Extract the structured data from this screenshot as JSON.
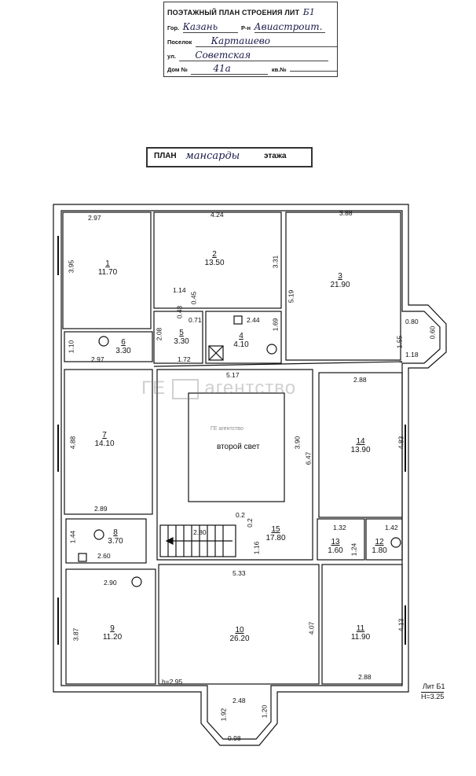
{
  "stamp": {
    "title": "ПОЭТАЖНЫЙ ПЛАН СТРОЕНИЯ ЛИТ",
    "lit_value": "Б1",
    "city_label": "Гор.",
    "city_value": "Казань",
    "district_label": "Р-н",
    "district_value": "Авиастроит.",
    "settlement_label": "Поселок",
    "settlement_value": "Карташево",
    "street_label": "ул.",
    "street_value": "Советская",
    "house_label": "Дом №",
    "house_value": "41а",
    "flat_label": "кв.№"
  },
  "floor_label": {
    "prefix": "ПЛАН",
    "value": "мансарды",
    "suffix": "этажа"
  },
  "rooms": [
    {
      "num": "1",
      "area": "11.70"
    },
    {
      "num": "2",
      "area": "13.50"
    },
    {
      "num": "3",
      "area": "21.90"
    },
    {
      "num": "4",
      "area": "4.10"
    },
    {
      "num": "5",
      "area": "3.30"
    },
    {
      "num": "6",
      "area": "3.30"
    },
    {
      "num": "7",
      "area": "14.10"
    },
    {
      "num": "8",
      "area": "3.70"
    },
    {
      "num": "9",
      "area": "11.20"
    },
    {
      "num": "10",
      "area": "26.20"
    },
    {
      "num": "11",
      "area": "11.90"
    },
    {
      "num": "12",
      "area": "1.80"
    },
    {
      "num": "13",
      "area": "1.60"
    },
    {
      "num": "14",
      "area": "13.90"
    },
    {
      "num": "15",
      "area": "17.80"
    }
  ],
  "void_label": "второй свет",
  "watermark": "агентство",
  "watermark_prefix": "ГЕ",
  "dimensions": {
    "d_2_97_top": "2.97",
    "d_4_24": "4.24",
    "d_3_88": "3.88",
    "d_3_95": "3.95",
    "d_3_31": "3.31",
    "d_5_19": "5.19",
    "d_1_14": "1.14",
    "d_0_45": "0.45",
    "d_0_43": "0.43",
    "d_0_71": "0.71",
    "d_2_44": "2.44",
    "d_1_69": "1.69",
    "d_2_08": "2.08",
    "d_1_10": "1.10",
    "d_2_97_bot": "2.97",
    "d_1_72": "1.72",
    "d_5_17": "5.17",
    "d_0_80": "0.80",
    "d_0_60": "0.60",
    "d_1_55": "1.55",
    "d_1_18": "1.18",
    "d_2_88_top": "2.88",
    "d_4_88": "4.88",
    "d_3_90": "3.90",
    "d_6_47": "6.47",
    "d_4_83": "4.83",
    "d_2_89": "2.89",
    "d_1_44": "1.44",
    "d_2_60": "2.60",
    "d_0_2a": "0.2",
    "d_0_2b": "0.2",
    "d_2_80": "2.80",
    "d_1_16": "1.16",
    "d_1_32": "1.32",
    "d_1_42": "1.42",
    "d_1_24": "1.24",
    "d_5_33": "5.33",
    "d_2_90": "2.90",
    "d_3_87": "3.87",
    "d_4_07": "4.07",
    "d_4_13": "4.13",
    "d_2_88_bot": "2.88",
    "d_h295": "h=2.95",
    "d_2_48": "2.48",
    "d_1_92": "1.92",
    "d_1_20": "1.20",
    "d_0_98": "0.98"
  },
  "lit_note": "Лит Б1",
  "height_note": "Н=3.25"
}
